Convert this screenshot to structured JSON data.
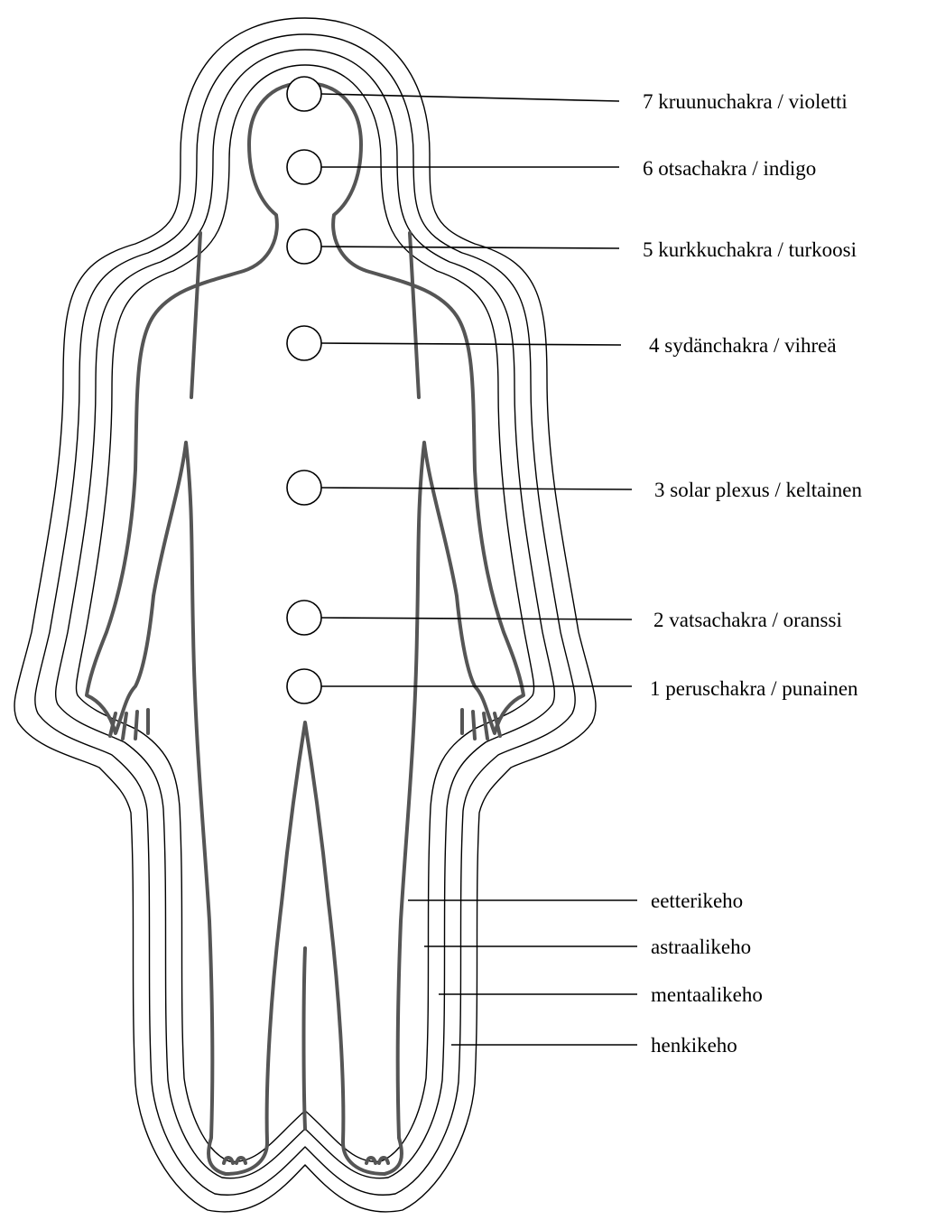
{
  "chakras": [
    {
      "number": "7",
      "label": "7 kruunuchakra / violetti"
    },
    {
      "number": "6",
      "label": "6 otsachakra / indigo"
    },
    {
      "number": "5",
      "label": "5 kurkkuchakra / turkoosi"
    },
    {
      "number": "4",
      "label": "4 sydänchakra / vihreä"
    },
    {
      "number": "3",
      "label": "3 solar plexus / keltainen"
    },
    {
      "number": "2",
      "label": "2 vatsachakra / oranssi"
    },
    {
      "number": "1",
      "label": "1 peruschakra / punainen"
    }
  ],
  "bodies": [
    {
      "label": "eetterikeho"
    },
    {
      "label": "astraalikeho"
    },
    {
      "label": "mentaalikeho"
    },
    {
      "label": "henkikeho"
    }
  ],
  "colors": {
    "line": "#000000",
    "body_outline": "#555555",
    "background": "#ffffff"
  }
}
